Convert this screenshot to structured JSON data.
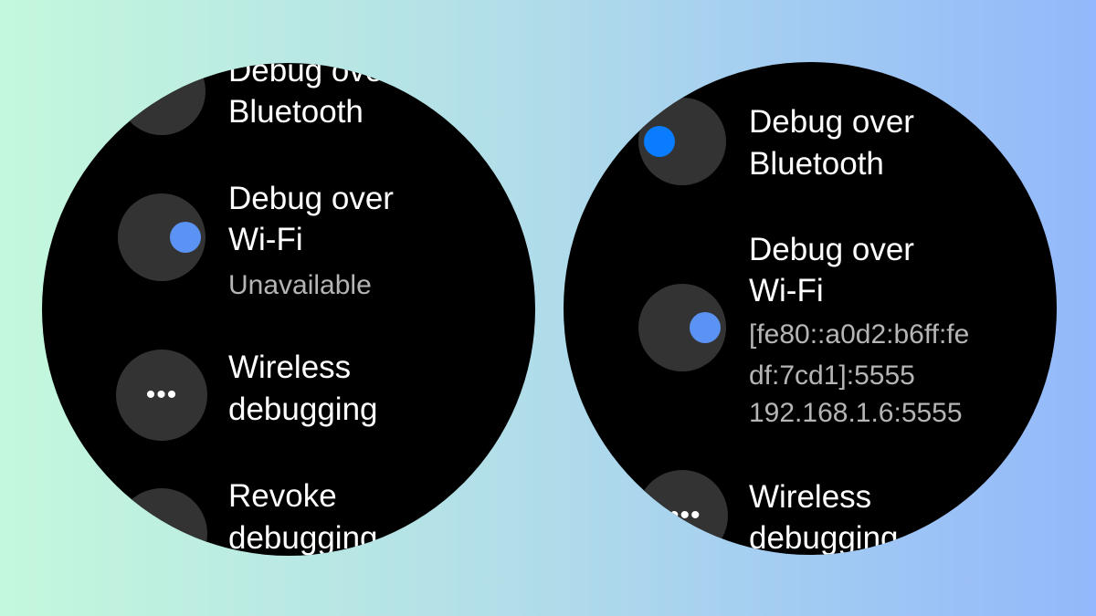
{
  "colors": {
    "toggle_on_left": "#5b93f5",
    "toggle_on_right": "#1a84ff",
    "toggle_bluetooth": "#0a7cff",
    "icon_bg": "#333333"
  },
  "left_watch": {
    "items": [
      {
        "title_1": "Debug over",
        "title_2": "Bluetooth",
        "icon": "toggle-icon"
      },
      {
        "title_1": "Debug over",
        "title_2": "Wi-Fi",
        "subtitle": "Unavailable",
        "icon": "toggle-on-icon"
      },
      {
        "title_1": "Wireless",
        "title_2": "debugging",
        "icon": "more-horizontal-icon",
        "icon_glyph": "•••"
      },
      {
        "title_1": "Revoke",
        "title_2": "debugging",
        "icon": "revoke-icon"
      }
    ]
  },
  "right_watch": {
    "items": [
      {
        "title_1": "Debug over",
        "title_2": "Bluetooth",
        "icon": "toggle-off-icon"
      },
      {
        "title_1": "Debug over",
        "title_2": "Wi-Fi",
        "sub_1": "[fe80::a0d2:b6ff:fe",
        "sub_2": "df:7cd1]:5555",
        "sub_3": "192.168.1.6:5555",
        "icon": "toggle-on-icon"
      },
      {
        "title_1": "Wireless",
        "title_2": "debugging",
        "icon": "more-horizontal-icon",
        "icon_glyph": "•••"
      }
    ]
  }
}
